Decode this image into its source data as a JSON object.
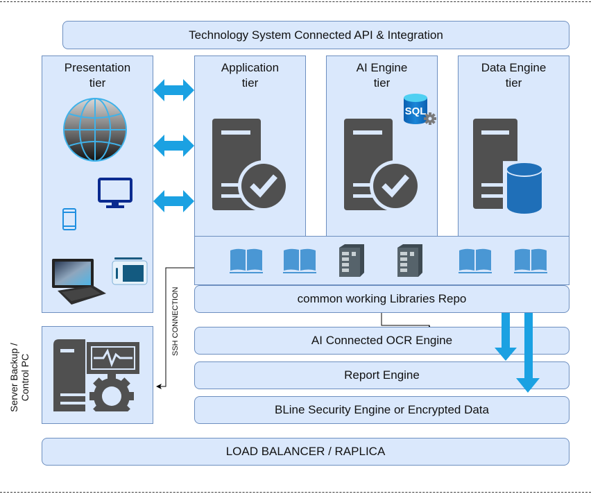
{
  "diagram": {
    "top_banner": "Technology System Connected API & Integration",
    "tiers": [
      {
        "line1": "Presentation",
        "line2": "tier"
      },
      {
        "line1": "Application",
        "line2": "tier"
      },
      {
        "line1": "AI Engine",
        "line2": "tier"
      },
      {
        "line1": "Data Engine",
        "line2": "tier"
      }
    ],
    "sql_badge": "SQL",
    "libraries_repo": "common working Libraries Repo",
    "ocr_engine": "AI Connected OCR Engine",
    "report_engine": "Report Engine",
    "security_engine": "BLine Security Engine or Encrypted Data",
    "load_balancer": "LOAD BALANCER / RAPLICA",
    "ssh_connection": "SSH CONNECTION",
    "server_backup_line1": "Server Backup /",
    "server_backup_line2": "Control PC",
    "colors": {
      "box_fill": "#dae8fc",
      "box_stroke": "#6c8ebf",
      "arrow_blue": "#1ba1e2",
      "server_gray": "#505050",
      "db_blue": "#1f6fb8",
      "book_blue": "#4a97d4"
    }
  }
}
